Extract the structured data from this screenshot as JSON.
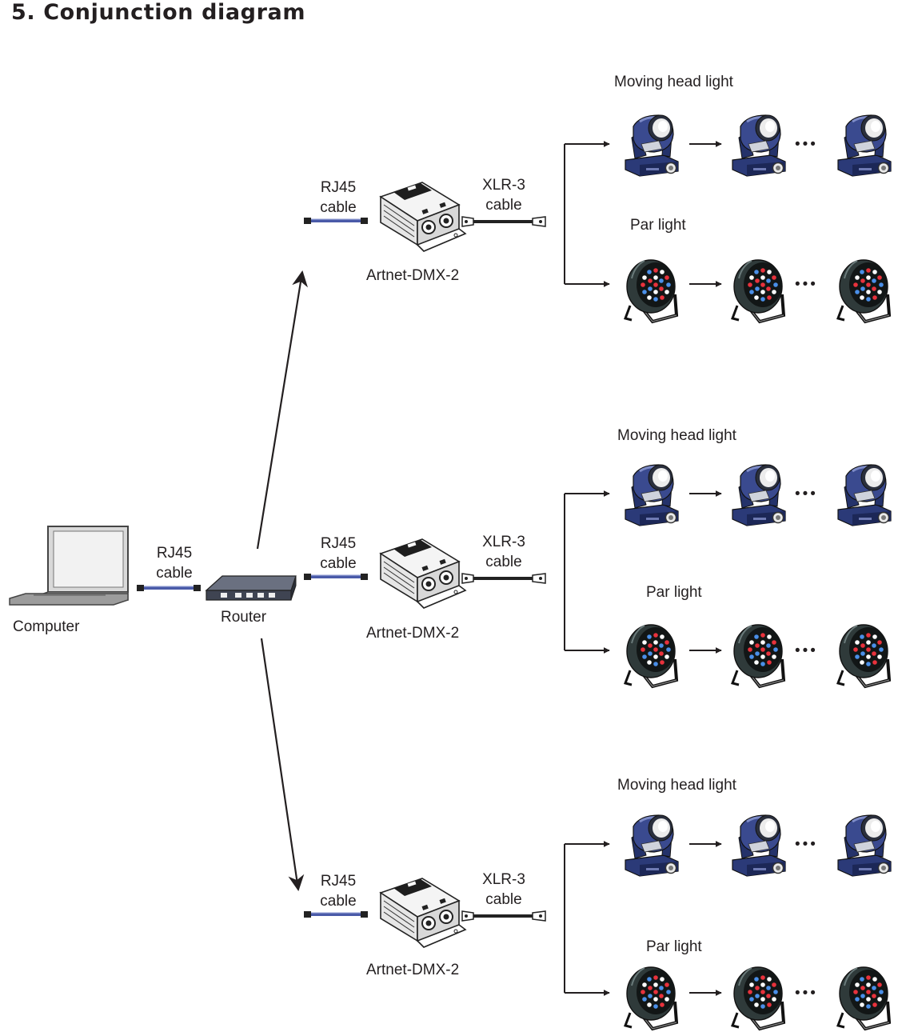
{
  "title": "5.  Conjunction diagram",
  "computer": {
    "label": "Computer",
    "icon": "laptop-icon"
  },
  "computer_cable": {
    "line1": "RJ45",
    "line2": "cable",
    "icon": "rj45-cable-icon"
  },
  "router": {
    "label": "Router",
    "icon": "router-icon"
  },
  "branches": [
    {
      "rj45_line1": "RJ45",
      "rj45_line2": "cable",
      "device_label": "Artnet-DMX-2",
      "xlr_line1": "XLR-3",
      "xlr_line2": "cable",
      "moving_head_label": "Moving head light",
      "par_label": "Par light",
      "ellipsis": "•••"
    },
    {
      "rj45_line1": "RJ45",
      "rj45_line2": "cable",
      "device_label": "Artnet-DMX-2",
      "xlr_line1": "XLR-3",
      "xlr_line2": "cable",
      "moving_head_label": "Moving head light",
      "par_label": "Par light",
      "ellipsis": "•••"
    },
    {
      "rj45_line1": "RJ45",
      "rj45_line2": "cable",
      "device_label": "Artnet-DMX-2",
      "xlr_line1": "XLR-3",
      "xlr_line2": "cable",
      "moving_head_label": "Moving head light",
      "par_label": "Par light",
      "ellipsis": "•••"
    }
  ],
  "icons": {
    "controller": "artnet-dmx-controller-icon",
    "xlr_cable": "xlr-cable-icon",
    "moving_head": "moving-head-light-icon",
    "par": "par-light-icon"
  },
  "colors": {
    "moving_head_body": "#2b3a78",
    "par_body": "#2f3a3a",
    "cable_blue": "#4a5aa8",
    "lines": "#231f20"
  }
}
